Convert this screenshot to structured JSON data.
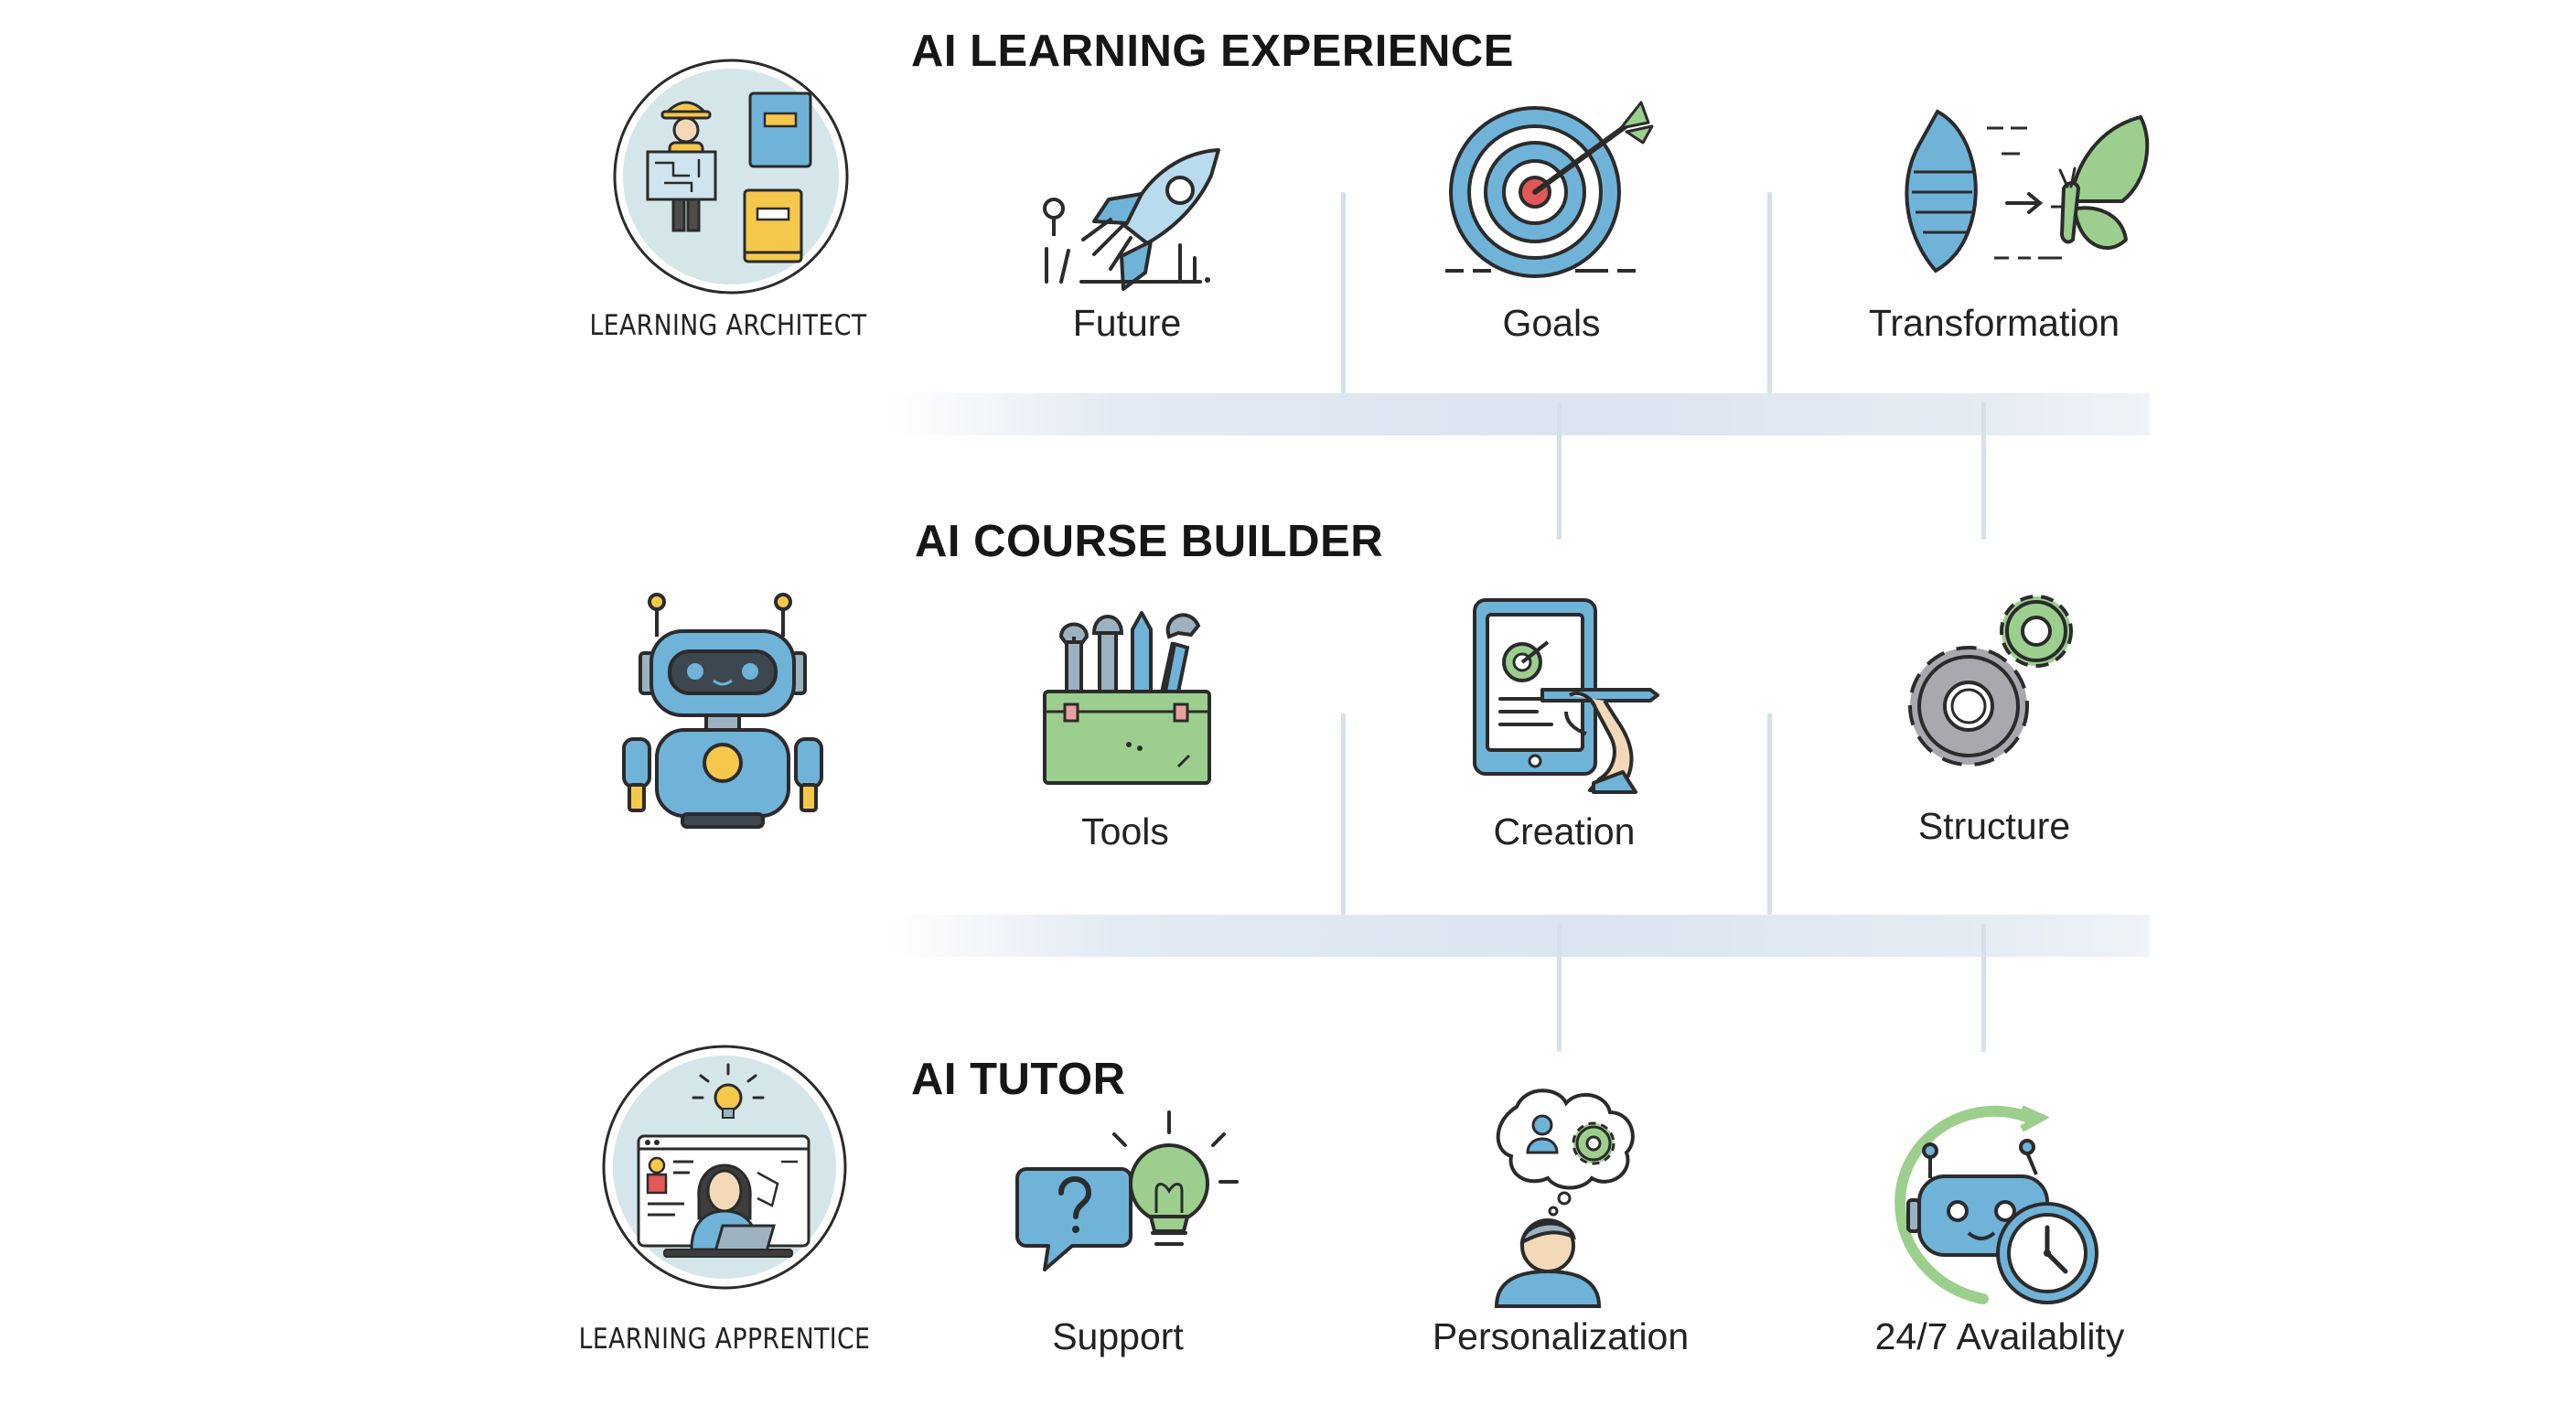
{
  "sections": [
    {
      "title": "AI LEARNING EXPERIENCE",
      "role": {
        "label": "LEARNING ARCHITECT",
        "icon": "architect-icon"
      },
      "items": [
        {
          "label": "Future",
          "icon": "rocket-icon"
        },
        {
          "label": "Goals",
          "icon": "target-icon"
        },
        {
          "label": "Transformation",
          "icon": "butterfly-icon"
        }
      ]
    },
    {
      "title": "AI COURSE BUILDER",
      "role": {
        "label": "",
        "icon": "robot-icon"
      },
      "items": [
        {
          "label": "Tools",
          "icon": "toolbox-icon"
        },
        {
          "label": "Creation",
          "icon": "tablet-pen-icon"
        },
        {
          "label": "Structure",
          "icon": "gears-icon"
        }
      ]
    },
    {
      "title": "AI TUTOR",
      "role": {
        "label": "LEARNING APPRENTICE",
        "icon": "apprentice-icon"
      },
      "items": [
        {
          "label": "Support",
          "icon": "question-bulb-icon"
        },
        {
          "label": "Personalization",
          "icon": "person-thought-icon"
        },
        {
          "label": "24/7 Availablity",
          "icon": "robot-clock-icon"
        }
      ]
    }
  ],
  "colors": {
    "blue": "#6fb3d9",
    "green": "#9ccf8d",
    "yellow": "#f5c84c",
    "outline": "#2b2b2b",
    "red": "#e25757",
    "band": "#dbe4ef"
  }
}
